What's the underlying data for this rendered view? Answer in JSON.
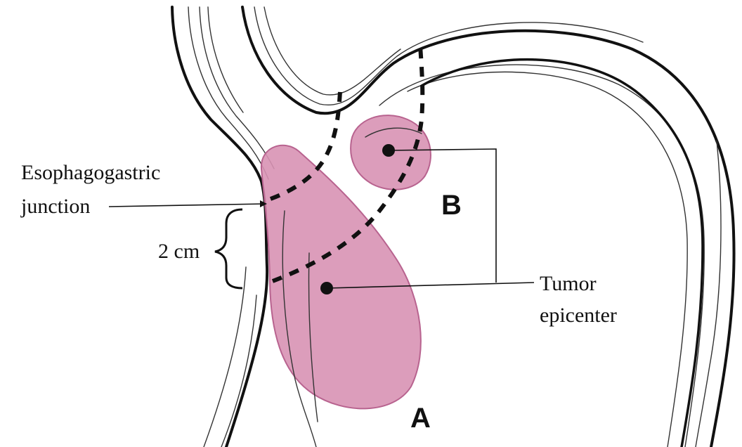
{
  "labels": {
    "ej_line1": "Esophagogastric",
    "ej_line2": "junction",
    "distance": "2 cm",
    "tumor_line1": "Tumor",
    "tumor_line2": "epicenter",
    "tumor_a": "A",
    "tumor_b": "B"
  },
  "colors": {
    "tumor_fill": "#d892b4",
    "tumor_stroke": "#b8638f",
    "ink": "#111111"
  }
}
